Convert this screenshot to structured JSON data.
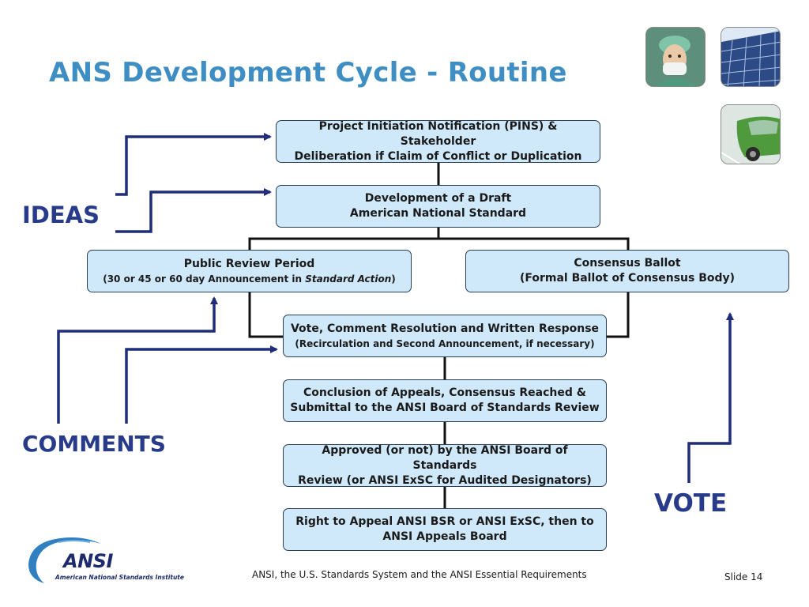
{
  "slide": {
    "title": "ANS Development Cycle - Routine",
    "footer": "ANSI, the U.S. Standards System and the ANSI Essential Requirements",
    "slide_number": "Slide 14"
  },
  "labels": {
    "ideas": "IDEAS",
    "comments": "COMMENTS",
    "vote": "VOTE"
  },
  "steps": {
    "pins": {
      "line1": "Project Initiation Notification (PINS) & Stakeholder",
      "line2": "Deliberation if Claim of Conflict or Duplication"
    },
    "draft": {
      "line1": "Development of a Draft",
      "line2": "American National Standard"
    },
    "public_review": {
      "line1": "Public Review Period",
      "line2_prefix": "(30 or 45 or 60 day Announcement in ",
      "line2_italic": "Standard Action",
      "line2_suffix": ")"
    },
    "consensus_ballot": {
      "line1": "Consensus Ballot",
      "line2": "(Formal Ballot of Consensus Body)"
    },
    "vote_comment": {
      "line1": "Vote, Comment Resolution and Written Response",
      "line2": "(Recirculation and Second Announcement, if necessary)"
    },
    "appeals_conclusion": {
      "line1": "Conclusion of Appeals, Consensus Reached &",
      "line2": "Submittal to the ANSI Board of Standards Review"
    },
    "approved": {
      "line1": "Approved (or not) by the ANSI Board of Standards",
      "line2": "Review (or ANSI ExSC for Audited Designators)"
    },
    "right_to_appeal": {
      "line1": "Right to Appeal ANSI BSR or ANSI ExSC, then to",
      "line2": "ANSI Appeals Board"
    }
  },
  "logo": {
    "wordmark": "ANSI",
    "subtitle": "American National Standards Institute"
  },
  "colors": {
    "title": "#3e8ec4",
    "label": "#283a8a",
    "arrow": "#1f2d7a",
    "connector": "#111111",
    "box_fill": "#cfe9fa",
    "box_border": "#2b3d55"
  },
  "images": [
    {
      "name": "surgeon-photo",
      "description_icon": "surgeon-icon"
    },
    {
      "name": "solar-panel-photo",
      "description_icon": "solar-panel-icon"
    },
    {
      "name": "car-photo",
      "description_icon": "car-icon"
    }
  ]
}
